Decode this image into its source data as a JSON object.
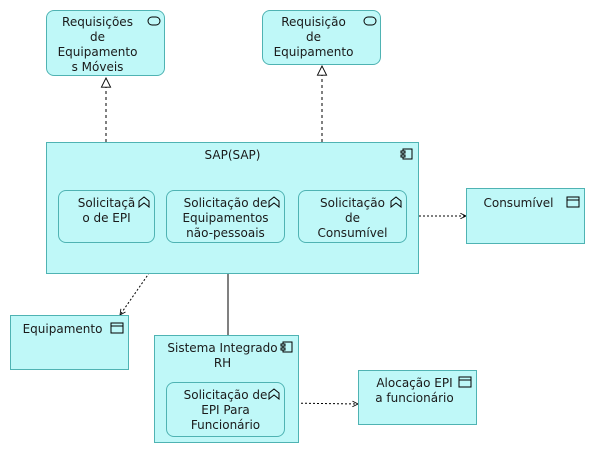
{
  "diagram": {
    "nodes": {
      "req_moveis": {
        "label": "Requisições\nde\nEquipamento\ns Móveis",
        "icon": "service-icon"
      },
      "req_equip": {
        "label": "Requisição\nde\nEquipamento",
        "icon": "service-icon"
      },
      "sap": {
        "label": "SAP(SAP)",
        "icon": "component-icon"
      },
      "sol_epi": {
        "label": "Solicitaçã\no de EPI",
        "icon": "function-icon"
      },
      "sol_equip_np": {
        "label": "Solicitação de\nEquipamentos\nnão-pessoais",
        "icon": "function-icon"
      },
      "sol_consumivel": {
        "label": "Solicitação\nde\nConsumível",
        "icon": "function-icon"
      },
      "consumivel": {
        "label": "Consumível",
        "icon": "data-object-icon"
      },
      "equipamento": {
        "label": "Equipamento",
        "icon": "data-object-icon"
      },
      "rh": {
        "label": "Sistema Integrado\nRH",
        "icon": "component-icon"
      },
      "sol_epi_func": {
        "label": "Solicitação de\nEPI Para\nFuncionário",
        "icon": "function-icon"
      },
      "alocacao": {
        "label": "Alocação EPI\na funcionário",
        "icon": "data-object-icon"
      }
    },
    "colors": {
      "fill": "#bff8f8",
      "border": "#4fb3b3",
      "line": "#000000"
    }
  }
}
